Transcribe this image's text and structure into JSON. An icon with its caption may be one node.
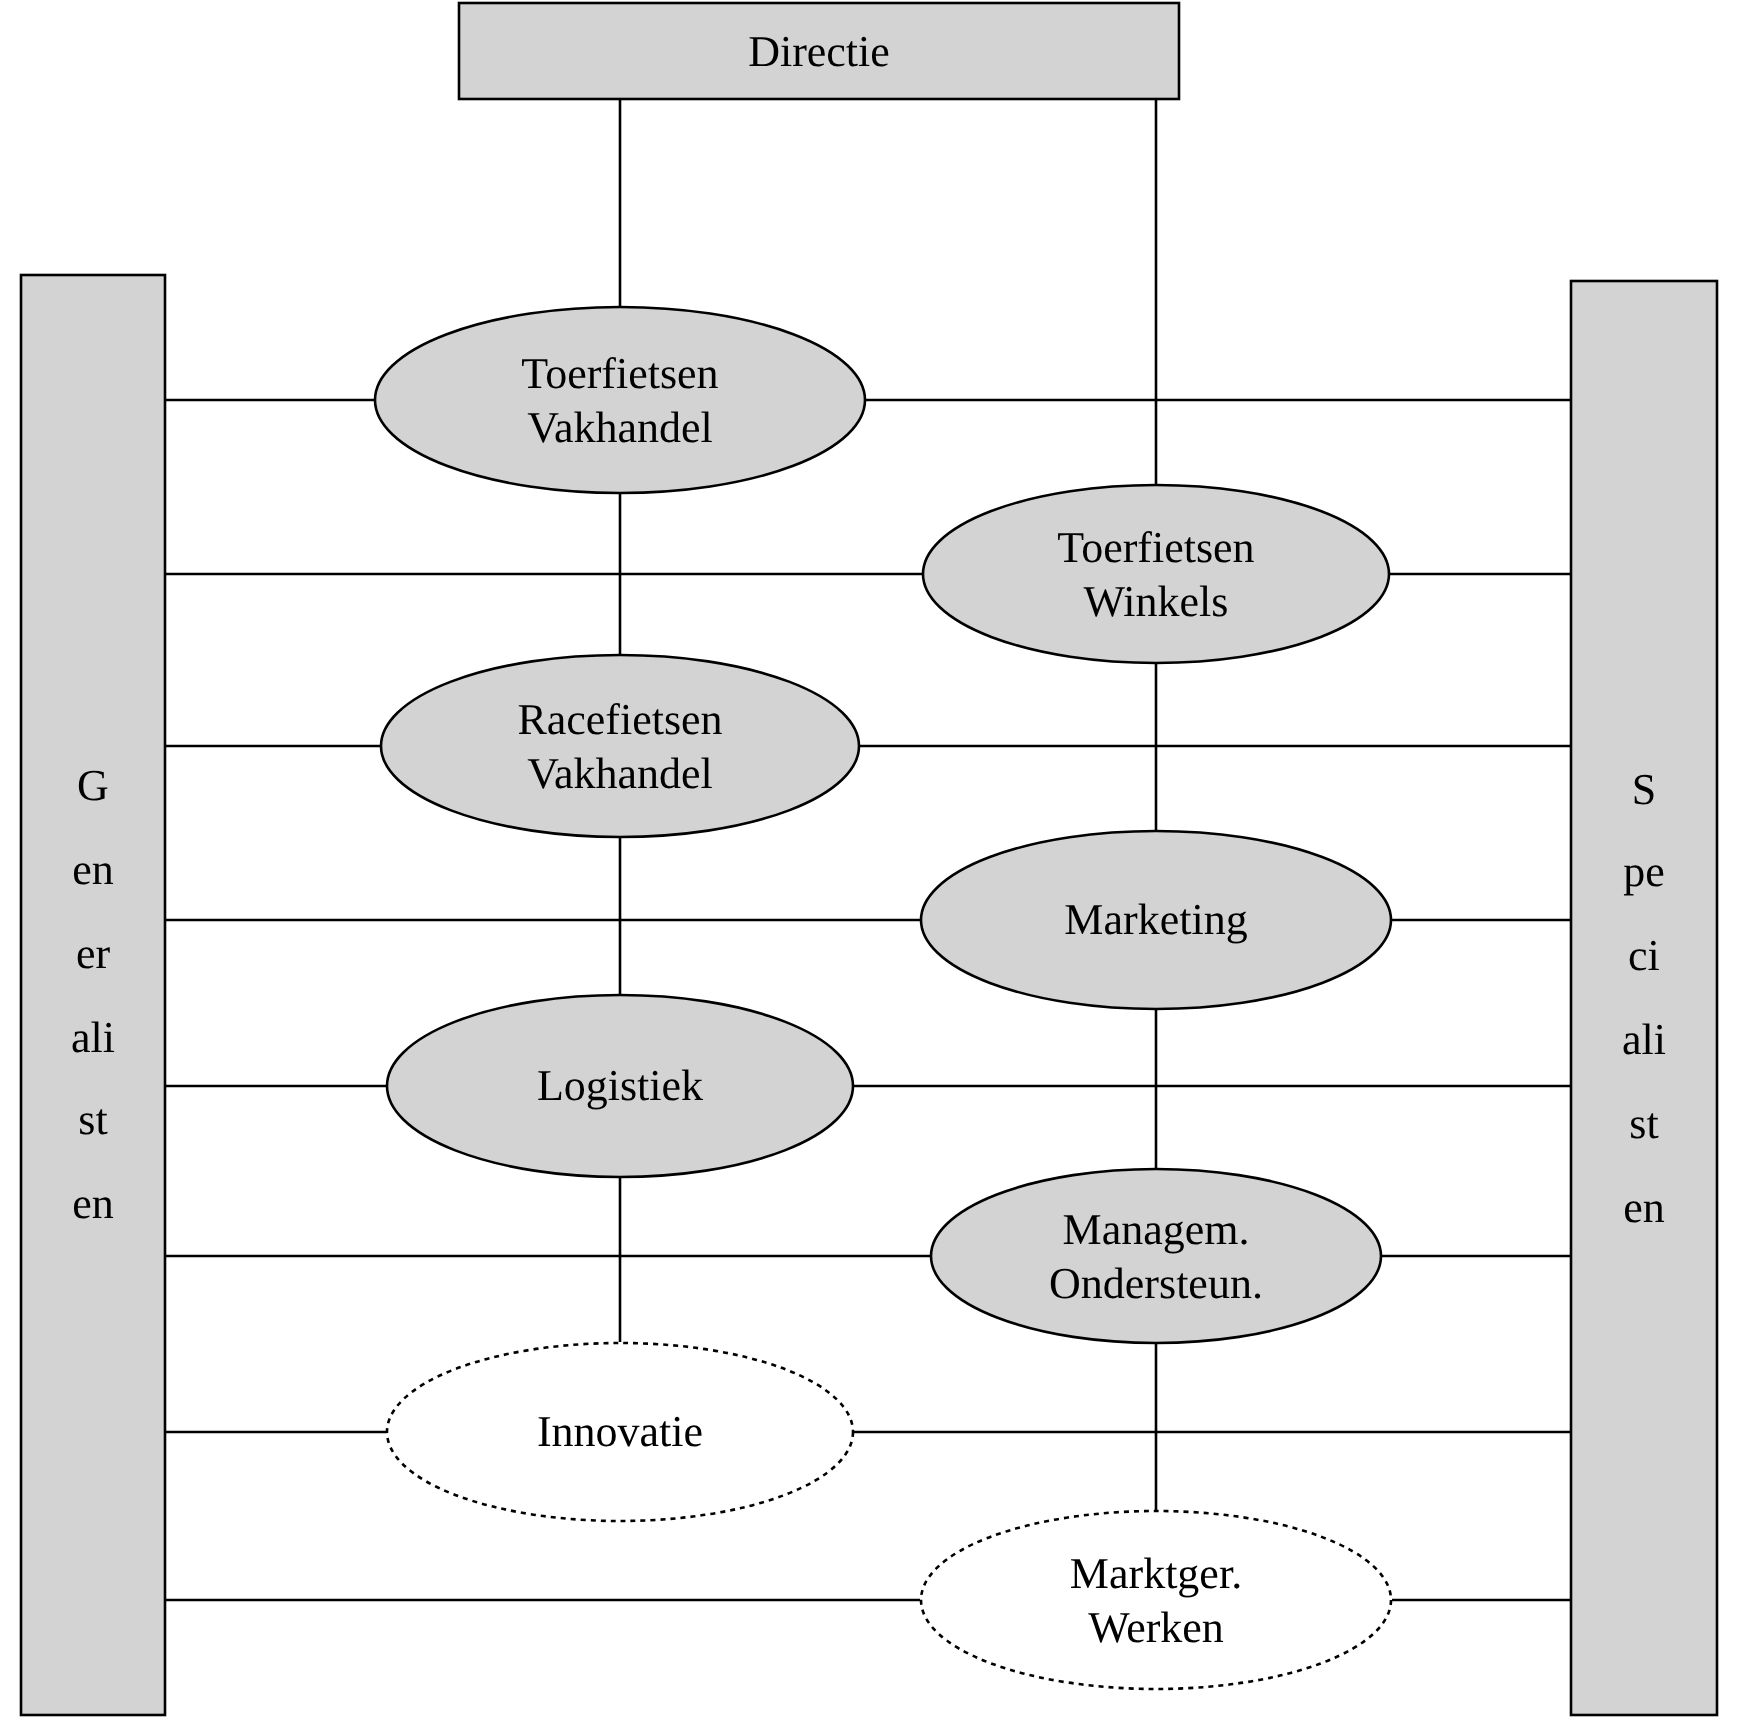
{
  "diagram": {
    "nodes": [
      {
        "text": [
          "Directie"
        ]
      },
      {
        "text": [
          "Generalisten"
        ]
      },
      {
        "text": [
          "Specialisten"
        ]
      },
      {
        "text": [
          "Toerfietsen Vakhandel"
        ]
      },
      {
        "text": [
          "Toerfietsen Winkels"
        ]
      },
      {
        "text": [
          "Racefietsen Vakhandel"
        ]
      },
      {
        "text": [
          "Marketing"
        ]
      },
      {
        "text": [
          "Logistiek"
        ]
      },
      {
        "text": [
          "Managem. Ondersteun."
        ]
      },
      {
        "text": [
          "Innovatie"
        ]
      },
      {
        "text": [
          "Marktger. Werken"
        ]
      }
    ],
    "edges": [
      {
        "from": 0,
        "to": 3,
        "arrow": "none"
      },
      {
        "from": 3,
        "to": 5,
        "arrow": "none"
      },
      {
        "from": 5,
        "to": 7,
        "arrow": "none"
      },
      {
        "from": 7,
        "to": 9,
        "arrow": "none"
      },
      {
        "from": 0,
        "to": 4,
        "arrow": "none"
      },
      {
        "from": 4,
        "to": 6,
        "arrow": "none"
      },
      {
        "from": 6,
        "to": 8,
        "arrow": "none"
      },
      {
        "from": 8,
        "to": 10,
        "arrow": "none"
      },
      {
        "from": 1,
        "to": 3,
        "arrow": "none"
      },
      {
        "from": 3,
        "to": 2,
        "arrow": "none"
      },
      {
        "from": 1,
        "to": 4,
        "arrow": "none"
      },
      {
        "from": 4,
        "to": 2,
        "arrow": "none"
      },
      {
        "from": 1,
        "to": 5,
        "arrow": "none"
      },
      {
        "from": 5,
        "to": 2,
        "arrow": "none"
      },
      {
        "from": 1,
        "to": 6,
        "arrow": "none"
      },
      {
        "from": 6,
        "to": 2,
        "arrow": "none"
      },
      {
        "from": 1,
        "to": 7,
        "arrow": "none"
      },
      {
        "from": 7,
        "to": 2,
        "arrow": "none"
      },
      {
        "from": 1,
        "to": 8,
        "arrow": "none"
      },
      {
        "from": 8,
        "to": 2,
        "arrow": "none"
      },
      {
        "from": 1,
        "to": 9,
        "arrow": "none"
      },
      {
        "from": 9,
        "to": 2,
        "arrow": "none"
      },
      {
        "from": 1,
        "to": 10,
        "arrow": "none"
      },
      {
        "from": 10,
        "to": 2,
        "arrow": "none"
      }
    ]
  }
}
